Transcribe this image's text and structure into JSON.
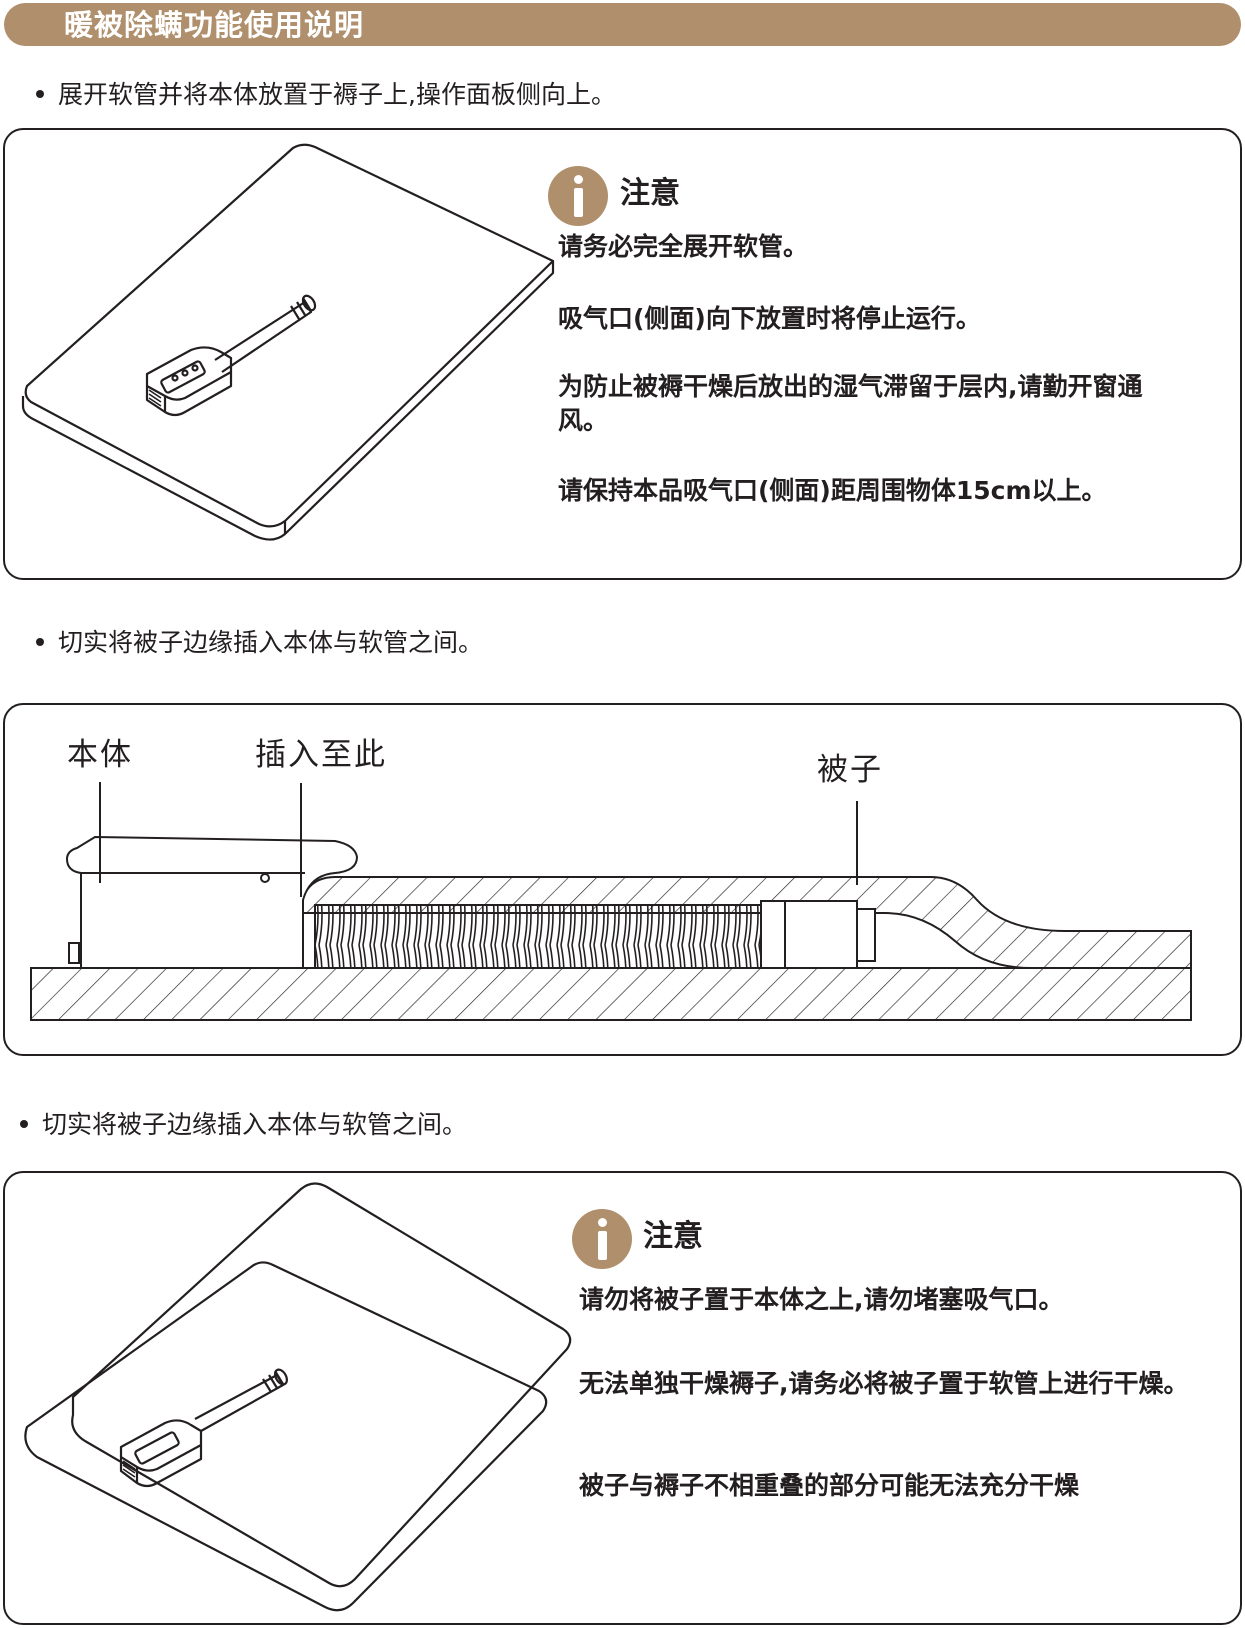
{
  "header": {
    "title": "暖被除螨功能使用说明"
  },
  "section1": {
    "instruction": "展开软管并将本体放置于褥子上,操作面板侧向上。",
    "note_title": "注意",
    "notes": [
      "请务必完全展开软管。",
      "吸气口(侧面)向下放置时将停止运行。",
      "为防止被褥干燥后放出的湿气滞留于层内,请勤开窗通风。",
      "请保持本品吸气口(侧面)距周围物体15cm以上。"
    ]
  },
  "section2": {
    "instruction": "切实将被子边缘插入本体与软管之间。",
    "labels": {
      "body": "本体",
      "insert": "插入至此",
      "quilt": "被子"
    }
  },
  "section3": {
    "instruction": "切实将被子边缘插入本体与软管之间。",
    "note_title": "注意",
    "notes": [
      "请勿将被子置于本体之上,请勿堵塞吸气口。",
      "无法单独干燥褥子,请务必将被子置于软管上进行干燥。",
      "被子与褥子不相重叠的部分可能无法充分干燥"
    ]
  },
  "colors": {
    "accent": "#b08f6c",
    "line": "#231f20"
  },
  "icons": [
    "info-icon",
    "info-icon"
  ]
}
